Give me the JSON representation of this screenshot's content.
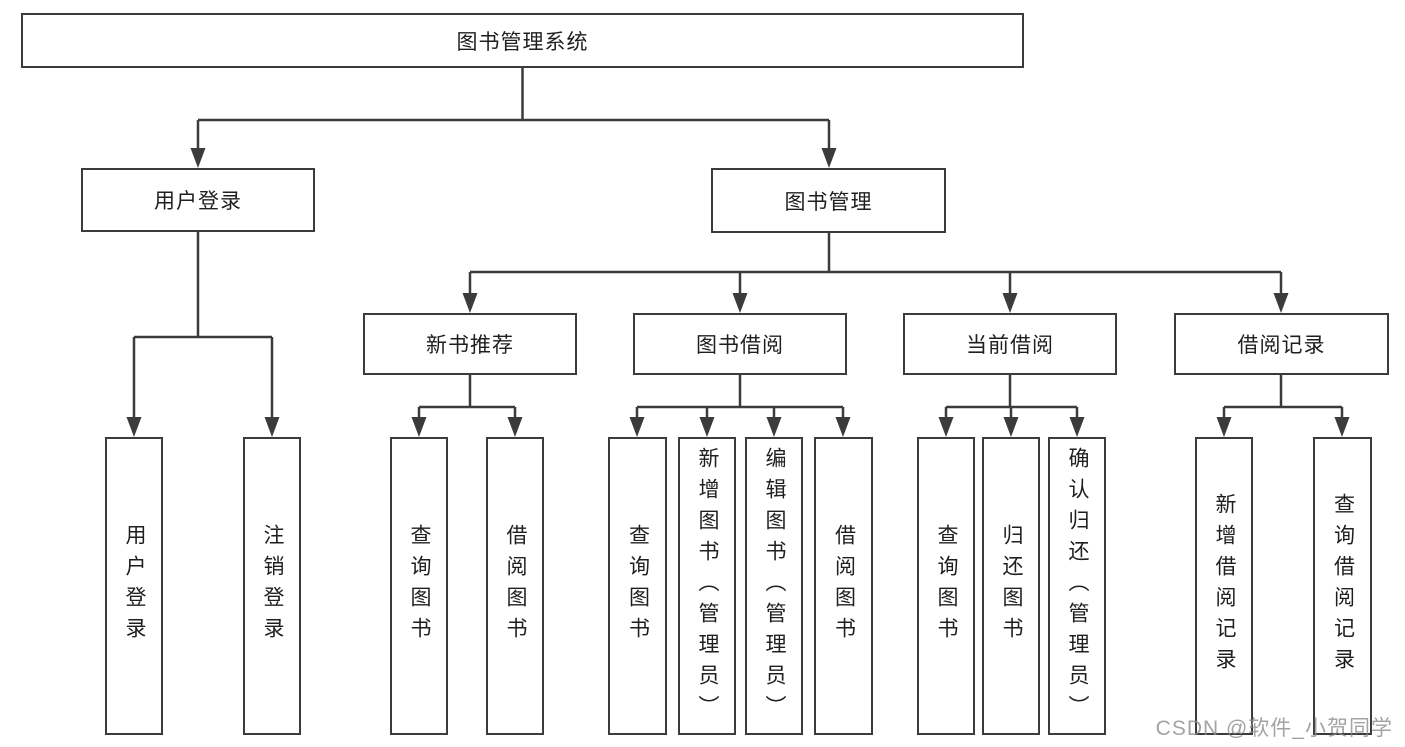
{
  "diagram": {
    "root": "图书管理系统",
    "level2": {
      "user_login": "用户登录",
      "book_mgmt": "图书管理"
    },
    "level3": {
      "new_book": "新书推荐",
      "book_borrow": "图书借阅",
      "current_borrow": "当前借阅",
      "borrow_record": "借阅记录"
    },
    "leaves": {
      "user_login": [
        "用户登录",
        "注销登录"
      ],
      "new_book": [
        "查询图书",
        "借阅图书"
      ],
      "book_borrow": [
        "查询图书",
        "新增图书（管理员）",
        "编辑图书（管理员）",
        "借阅图书"
      ],
      "current_borrow": [
        "查询图书",
        "归还图书",
        "确认归还（管理员）"
      ],
      "borrow_record": [
        "新增借阅记录",
        "查询借阅记录"
      ]
    }
  },
  "watermark": "CSDN @软件_小贺同学",
  "colors": {
    "line": "#3b3b3b",
    "text": "#1f1f1f",
    "background": "#ffffff",
    "watermark": "#8c8c8c"
  }
}
